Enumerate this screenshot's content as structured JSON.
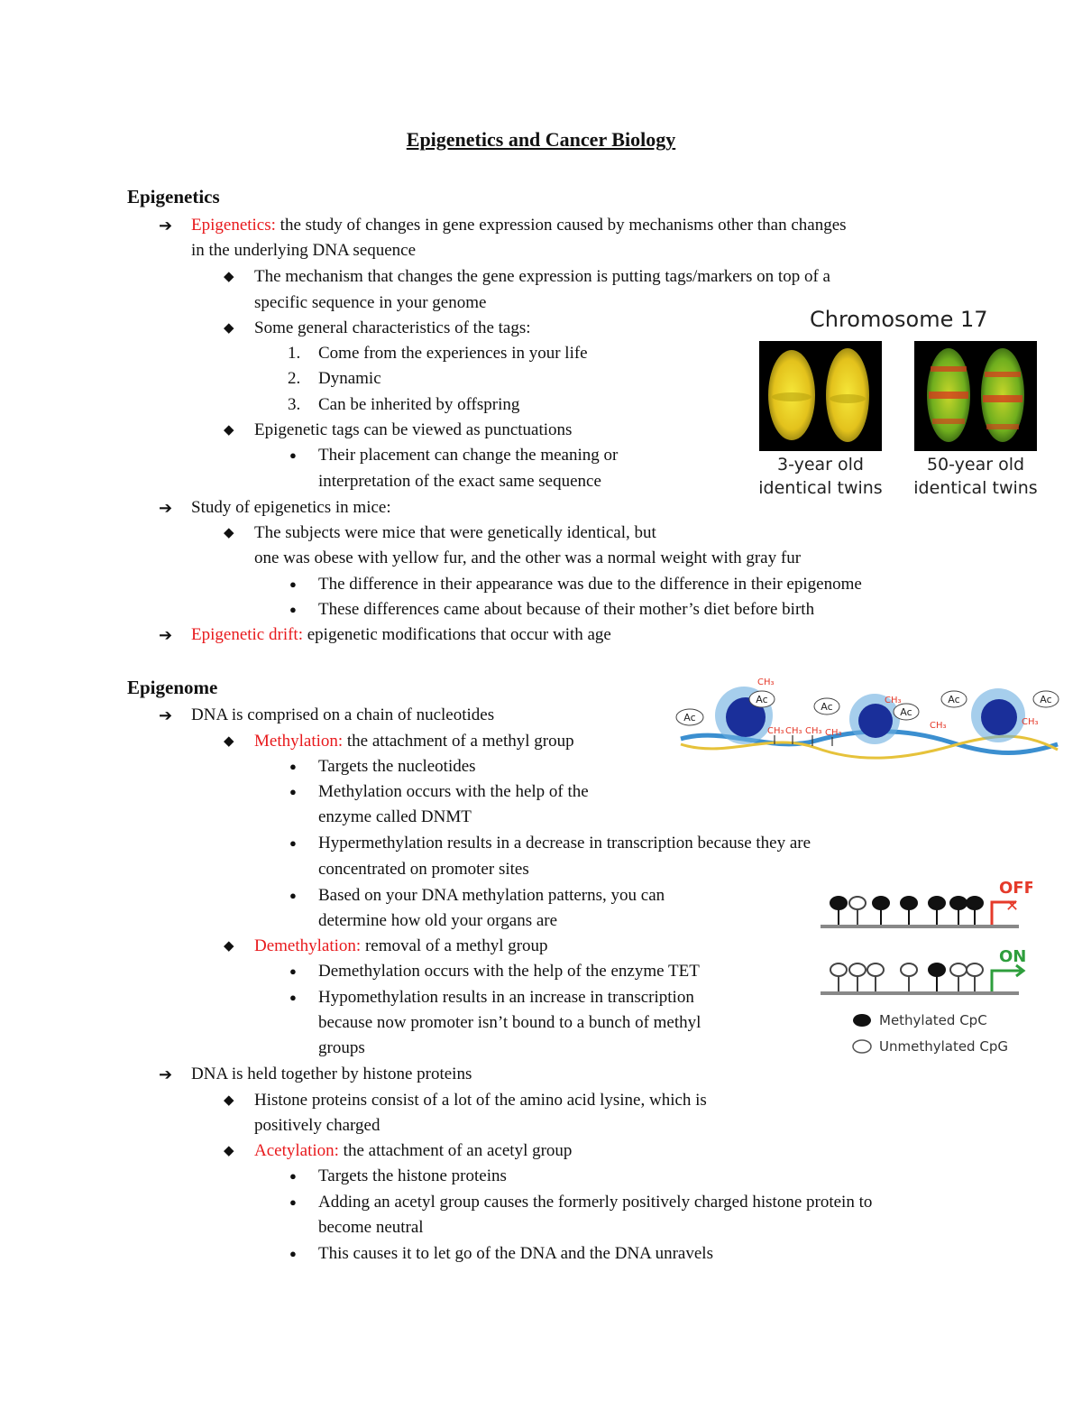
{
  "title": "Epigenetics and Cancer Biology",
  "sections": {
    "epigenetics": {
      "heading": "Epigenetics",
      "line1_term": "Epigenetics:",
      "line1_rest": " the study of changes in gene expression caused by mechanisms other than changes",
      "line1_cont": "in the underlying DNA sequence",
      "line2a": "The mechanism that changes the gene expression is putting tags/markers on top of a",
      "line2b": "specific sequence in your genome",
      "line3": "Some general characteristics of the tags:",
      "num1": "1.",
      "item1": "Come from the experiences in your life",
      "num2": "2.",
      "item2": "Dynamic",
      "num3": "3.",
      "item3": "Can be inherited by offspring",
      "line4": "Epigenetic tags can be viewed as punctuations",
      "line5a": "Their placement can change the meaning or",
      "line5b": "interpretation of the exact same sequence",
      "line6": "Study of epigenetics in mice:",
      "line7a": "The subjects were mice that were genetically identical, but",
      "line7b": "one was obese with yellow fur, and the other was a normal weight with gray fur",
      "line8": "The difference in their appearance was due to the difference in their epigenome",
      "line9": "These differences came about because of their mother’s diet before birth",
      "line10_term": "Epigenetic drift:",
      "line10_rest": " epigenetic modifications that occur with age"
    },
    "epigenome": {
      "heading": "Epigenome",
      "l1": "DNA is comprised on a chain of nucleotides",
      "l2_term": "Methylation:",
      "l2_rest": " the attachment of a methyl group",
      "l3": "Targets the nucleotides",
      "l4a": "Methylation occurs with the help of the",
      "l4b": "enzyme called DNMT",
      "l5a": "Hypermethylation results in a decrease in transcription because they are",
      "l5b": "concentrated on promoter sites",
      "l6a": "Based on your DNA methylation patterns, you can",
      "l6b": "determine how old your organs are",
      "l7_term": "Demethylation:",
      "l7_rest": " removal of a methyl group",
      "l8": "Demethylation occurs with the help of the enzyme TET",
      "l9a": "Hypomethylation results in an increase in transcription",
      "l9b": "because now promoter isn’t bound to a bunch of methyl",
      "l9c": "groups",
      "l10": "DNA is held together by histone proteins",
      "l11a": "Histone proteins consist of a lot of the amino acid lysine, which is",
      "l11b": "positively charged",
      "l12_term": "Acetylation:",
      "l12_rest": " the attachment of an acetyl group",
      "l13": "Targets the histone proteins",
      "l14a": "Adding an acetyl group causes the formerly positively charged histone protein to",
      "l14b": "become neutral",
      "l15": "This causes it to let go of the DNA and the DNA unravels"
    }
  },
  "markers": {
    "arrow": "➔",
    "diamond": "◆",
    "dot": "●"
  },
  "figures": {
    "chromosome": {
      "title": "Chromosome 17",
      "caption_left_1": "3-year old",
      "caption_left_2": "identical twins",
      "caption_right_1": "50-year old",
      "caption_right_2": "identical twins"
    },
    "histone": {
      "ac": "Ac",
      "ch3": "CH₃"
    },
    "methylation": {
      "off": "OFF",
      "on": "ON",
      "legend_methylated": "Methylated CpC",
      "legend_unmethylated": "Unmethylated CpG"
    }
  },
  "colors": {
    "accent_red": "#e8191c",
    "off_red": "#e53a2a",
    "on_green": "#2e9e3c"
  }
}
